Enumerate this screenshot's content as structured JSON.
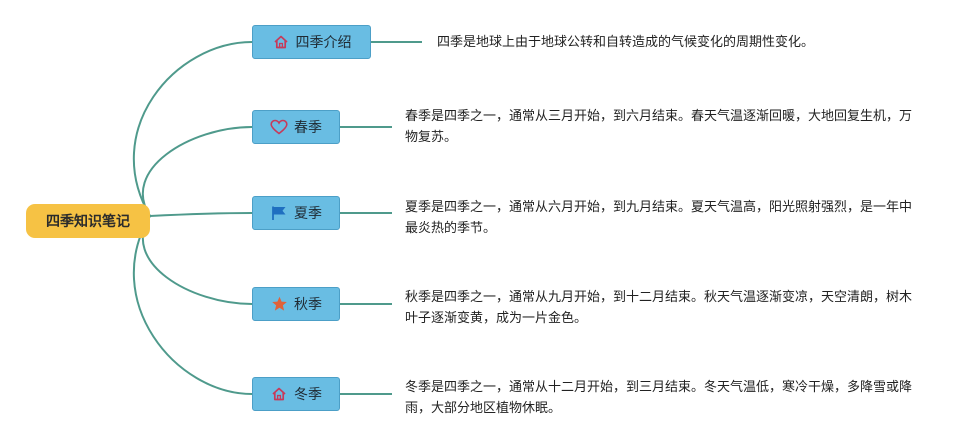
{
  "root": {
    "label": "四季知识笔记"
  },
  "branches": [
    {
      "label": "四季介绍",
      "icon": "home-icon",
      "note": "四季是地球上由于地球公转和自转造成的气候变化的周期性变化。"
    },
    {
      "label": "春季",
      "icon": "heart-icon",
      "note": "春季是四季之一，通常从三月开始，到六月结束。春天气温逐渐回暖，大地回复生机，万物复苏。"
    },
    {
      "label": "夏季",
      "icon": "flag-icon",
      "note": "夏季是四季之一，通常从六月开始，到九月结束。夏天气温高，阳光照射强烈，是一年中最炎热的季节。"
    },
    {
      "label": "秋季",
      "icon": "star-icon",
      "note": "秋季是四季之一，通常从九月开始，到十二月结束。秋天气温逐渐变凉，天空清朗，树木叶子逐渐变黄，成为一片金色。"
    },
    {
      "label": "冬季",
      "icon": "home-icon",
      "note": "冬季是四季之一，通常从十二月开始，到三月结束。冬天气温低，寒冷干燥，多降雪或降雨，大部分地区植物休眠。"
    }
  ],
  "colors": {
    "root_fill": "#f6c244",
    "branch_fill": "#69bde3",
    "connector": "#4f9a8c",
    "home_icon": "#c73a5a",
    "heart_icon": "#c73a5a",
    "flag_icon": "#1f6fc0",
    "star_icon": "#e0623a"
  }
}
